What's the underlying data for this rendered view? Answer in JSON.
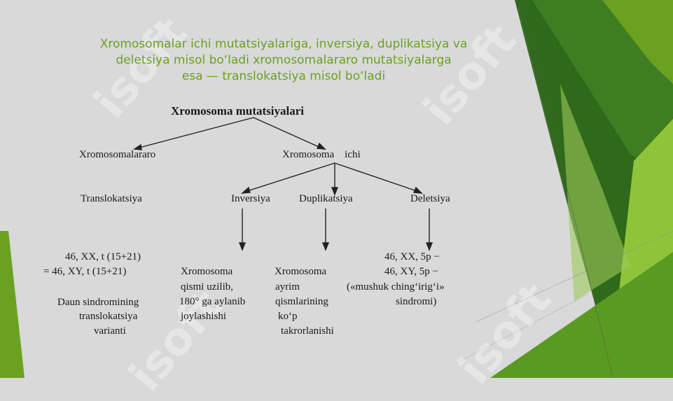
{
  "slide": {
    "title_lines": [
      "Xromosomalar ichi mutatsiyalariga, inversiya, duplikatsiya va",
      "deletsiya misol bo‘ladi  xromosomalararo mutatsiyalarga",
      "esa — translokatsiya misol bo‘ladi"
    ]
  },
  "diagram": {
    "root": "Xromosoma mutatsiyalari",
    "branch_inter": "Xromosomalararo",
    "branch_intra": "Xromosoma    ichi",
    "types": {
      "translocation": "Translokatsiya",
      "inversion": "Inversiya",
      "duplication": "Duplikatsiya",
      "deletion": "Deletsiya"
    },
    "details": {
      "translocation": [
        "46, XX, t (15+21)",
        "= 46, XY, t (15+21)",
        "Daun sindromining",
        "translokatsiya",
        "varianti"
      ],
      "inversion": [
        "Xromosoma",
        "qismi uzilib,",
        "180° ga aylanib",
        "joylashishi"
      ],
      "duplication": [
        "Xromosoma",
        "ayrim",
        "qismlarining",
        "ko‘p",
        "takrorlanishi"
      ],
      "deletion": [
        "46, XX, 5p −",
        "46, XY, 5p −",
        "(«mushuk ching‘irig‘i»",
        "sindromi)"
      ]
    }
  },
  "watermark": "isoft",
  "colors": {
    "title_green": "#6aa121",
    "background": "#d9d9d9",
    "dark_green": "#3b6e1c",
    "light_green": "#8fc43a"
  }
}
